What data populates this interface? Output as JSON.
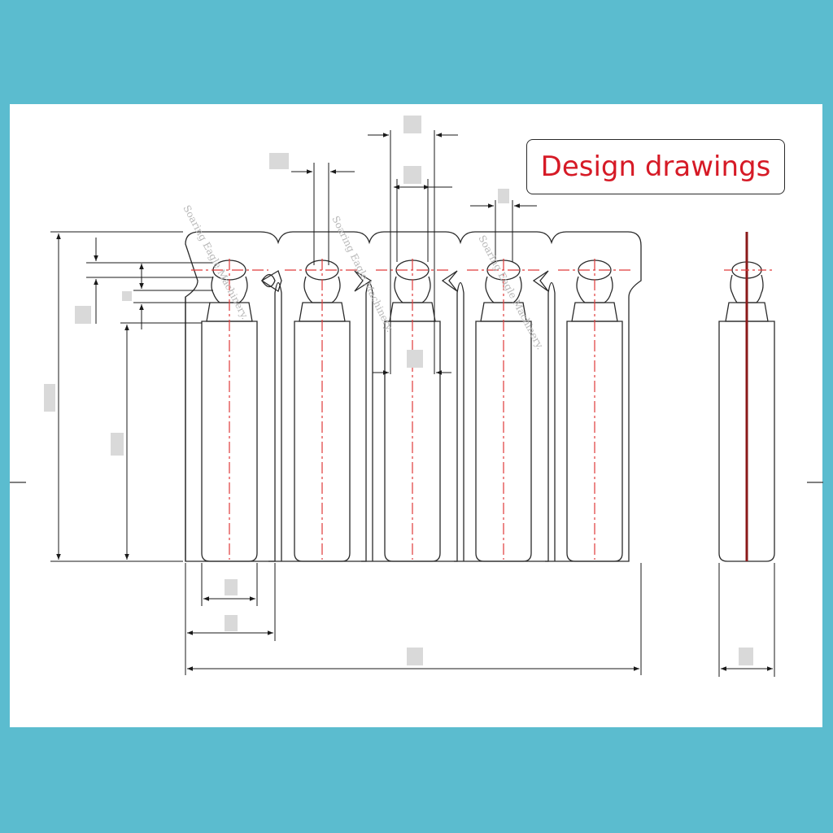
{
  "title": "Design drawings",
  "watermark": "Soaring Eagle Machinery.",
  "colors": {
    "background": "#5bbccf",
    "sheet": "#ffffff",
    "outline": "#2a2a2a",
    "centerline": "#e03a3a",
    "title_text": "#d61a26"
  },
  "icons": [
    "ampoule-strip",
    "ampoule-side-view",
    "dimension-arrow"
  ]
}
